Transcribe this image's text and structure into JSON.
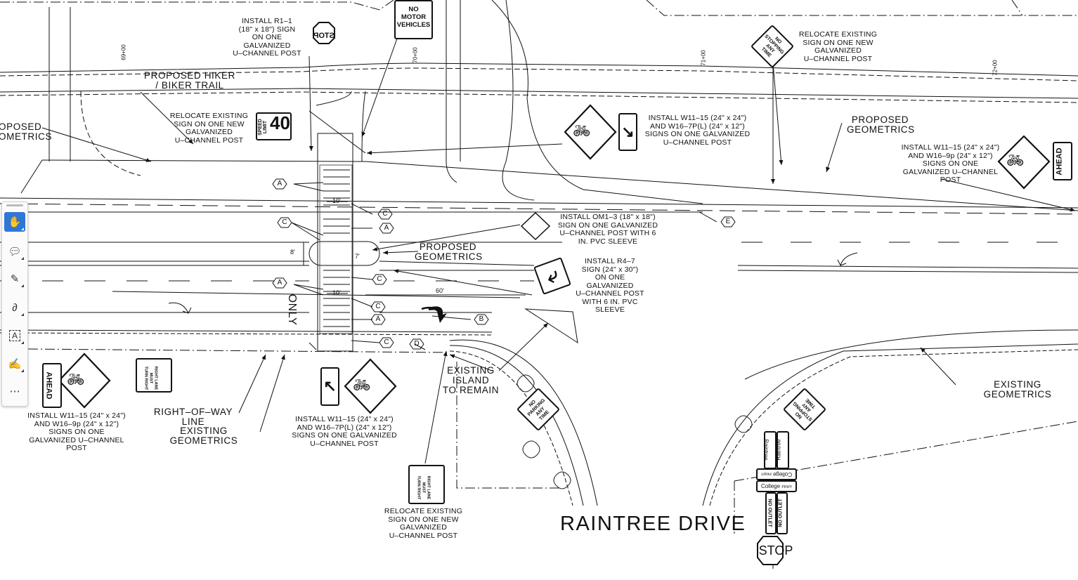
{
  "notes": {
    "install_r1_1": "INSTALL R1–1\n(18\" x 18\") SIGN\nON ONE\nGALVANIZED\nU–CHANNEL POST",
    "relocate_no_stopping": "RELOCATE EXISTING\nSIGN ON ONE NEW\nGALVANIZED\nU–CHANNEL POST",
    "relocate_speed": "RELOCATE EXISTING\nSIGN ON ONE NEW\nGALVANIZED\nU–CHANNEL POST",
    "install_w11_15_top": "INSTALL W11–15 (24\" x 24\")\nAND W16–7P(L) (24\" x 12\")\nSIGNS ON ONE GALVANIZED\nU–CHANNEL POST",
    "install_w11_15_right": "INSTALL W11–15 (24\" x 24\")\nAND W16–9p (24\" x 12\")\nSIGNS ON ONE\nGALVANIZED U–CHANNEL\nPOST",
    "install_om1_3": "INSTALL OM1–3 (18\" x 18\")\nSIGN ON ONE GALVANIZED\nU–CHANNEL POST WITH 6\nIN. PVC SLEEVE",
    "install_r4_7": "INSTALL R4–7\nSIGN (24\" x 30\")\nON ONE\nGALVANIZED\nU–CHANNEL POST\nWITH 6 IN. PVC\nSLEEVE",
    "install_w11_15_left": "INSTALL W11–15 (24\" x 24\")\nAND W16–9p (24\" x 12\")\nSIGNS ON ONE\nGALVANIZED U–CHANNEL\nPOST",
    "install_w11_15_bottom": "INSTALL W11–15 (24\" x 24\")\nAND W16–7P(L) (24\" x 12\")\nSIGNS ON ONE GALVANIZED\nU–CHANNEL POST",
    "relocate_right_lane": "RELOCATE EXISTING\nSIGN ON ONE NEW\nGALVANIZED\nU–CHANNEL POST"
  },
  "labels": {
    "hiker_trail": "PROPOSED HIKER\n/ BIKER TRAIL",
    "proposed_geometrics_left": "OPOSED\nOMETRICS",
    "proposed_geometrics_center": "PROPOSED\nGEOMETRICS",
    "proposed_geometrics_right": "PROPOSED\nGEOMETRICS",
    "existing_island": "EXISTING\nISLAND\nTO REMAIN",
    "right_of_way": "RIGHT–OF–WAY LINE",
    "existing_geometrics_left": "EXISTING GEOMETRICS",
    "existing_geometrics_right": "EXISTING GEOMETRICS",
    "raintree_drive": "RAINTREE DRIVE",
    "only": "ONLY"
  },
  "stations": {
    "s69": "69+00",
    "s70": "70+00",
    "s71": "71+00",
    "s72": "72+00"
  },
  "callouts": {
    "a": "A",
    "b": "B",
    "c": "C",
    "d": "D",
    "e": "E"
  },
  "dimensions": {
    "d10a": "10'",
    "d10b": "10'",
    "d8": "8'",
    "d7": "7'",
    "d60": "60'"
  },
  "signs": {
    "no_motor": "NO\nMOTOR\nVEHICLES",
    "stop": "STOP",
    "speed_word": "SPEED\nLIMIT",
    "speed_value": "40",
    "no_stopping": "NO\nSTOPPING\nANY\nTIME",
    "ahead": "AHEAD",
    "right_lane": "RIGHT LANE\nMUST\nTURN RIGHT",
    "no_parking": "NO\nPARKING\nANY\nTIME",
    "raintree": "Raintree",
    "college": "College",
    "street_suffix": "PKWY",
    "no_outlet": "NO OUTLET"
  },
  "toolbar": [
    {
      "name": "hand-tool",
      "icon": "hand-icon",
      "glyph": "✋",
      "active": true
    },
    {
      "name": "comment-tool",
      "icon": "comment-icon",
      "glyph": "💬︎",
      "active": false
    },
    {
      "name": "highlight-tool",
      "icon": "pen-icon",
      "glyph": "✎",
      "active": false
    },
    {
      "name": "draw-tool",
      "icon": "freehand-icon",
      "glyph": "∂",
      "active": false
    },
    {
      "name": "text-box-tool",
      "icon": "text-box-icon",
      "glyph": "A",
      "active": false
    },
    {
      "name": "sign-tool",
      "icon": "signature-icon",
      "glyph": "✍",
      "active": false
    },
    {
      "name": "more-tools",
      "icon": "more-icon",
      "glyph": "⋯",
      "active": false
    }
  ]
}
